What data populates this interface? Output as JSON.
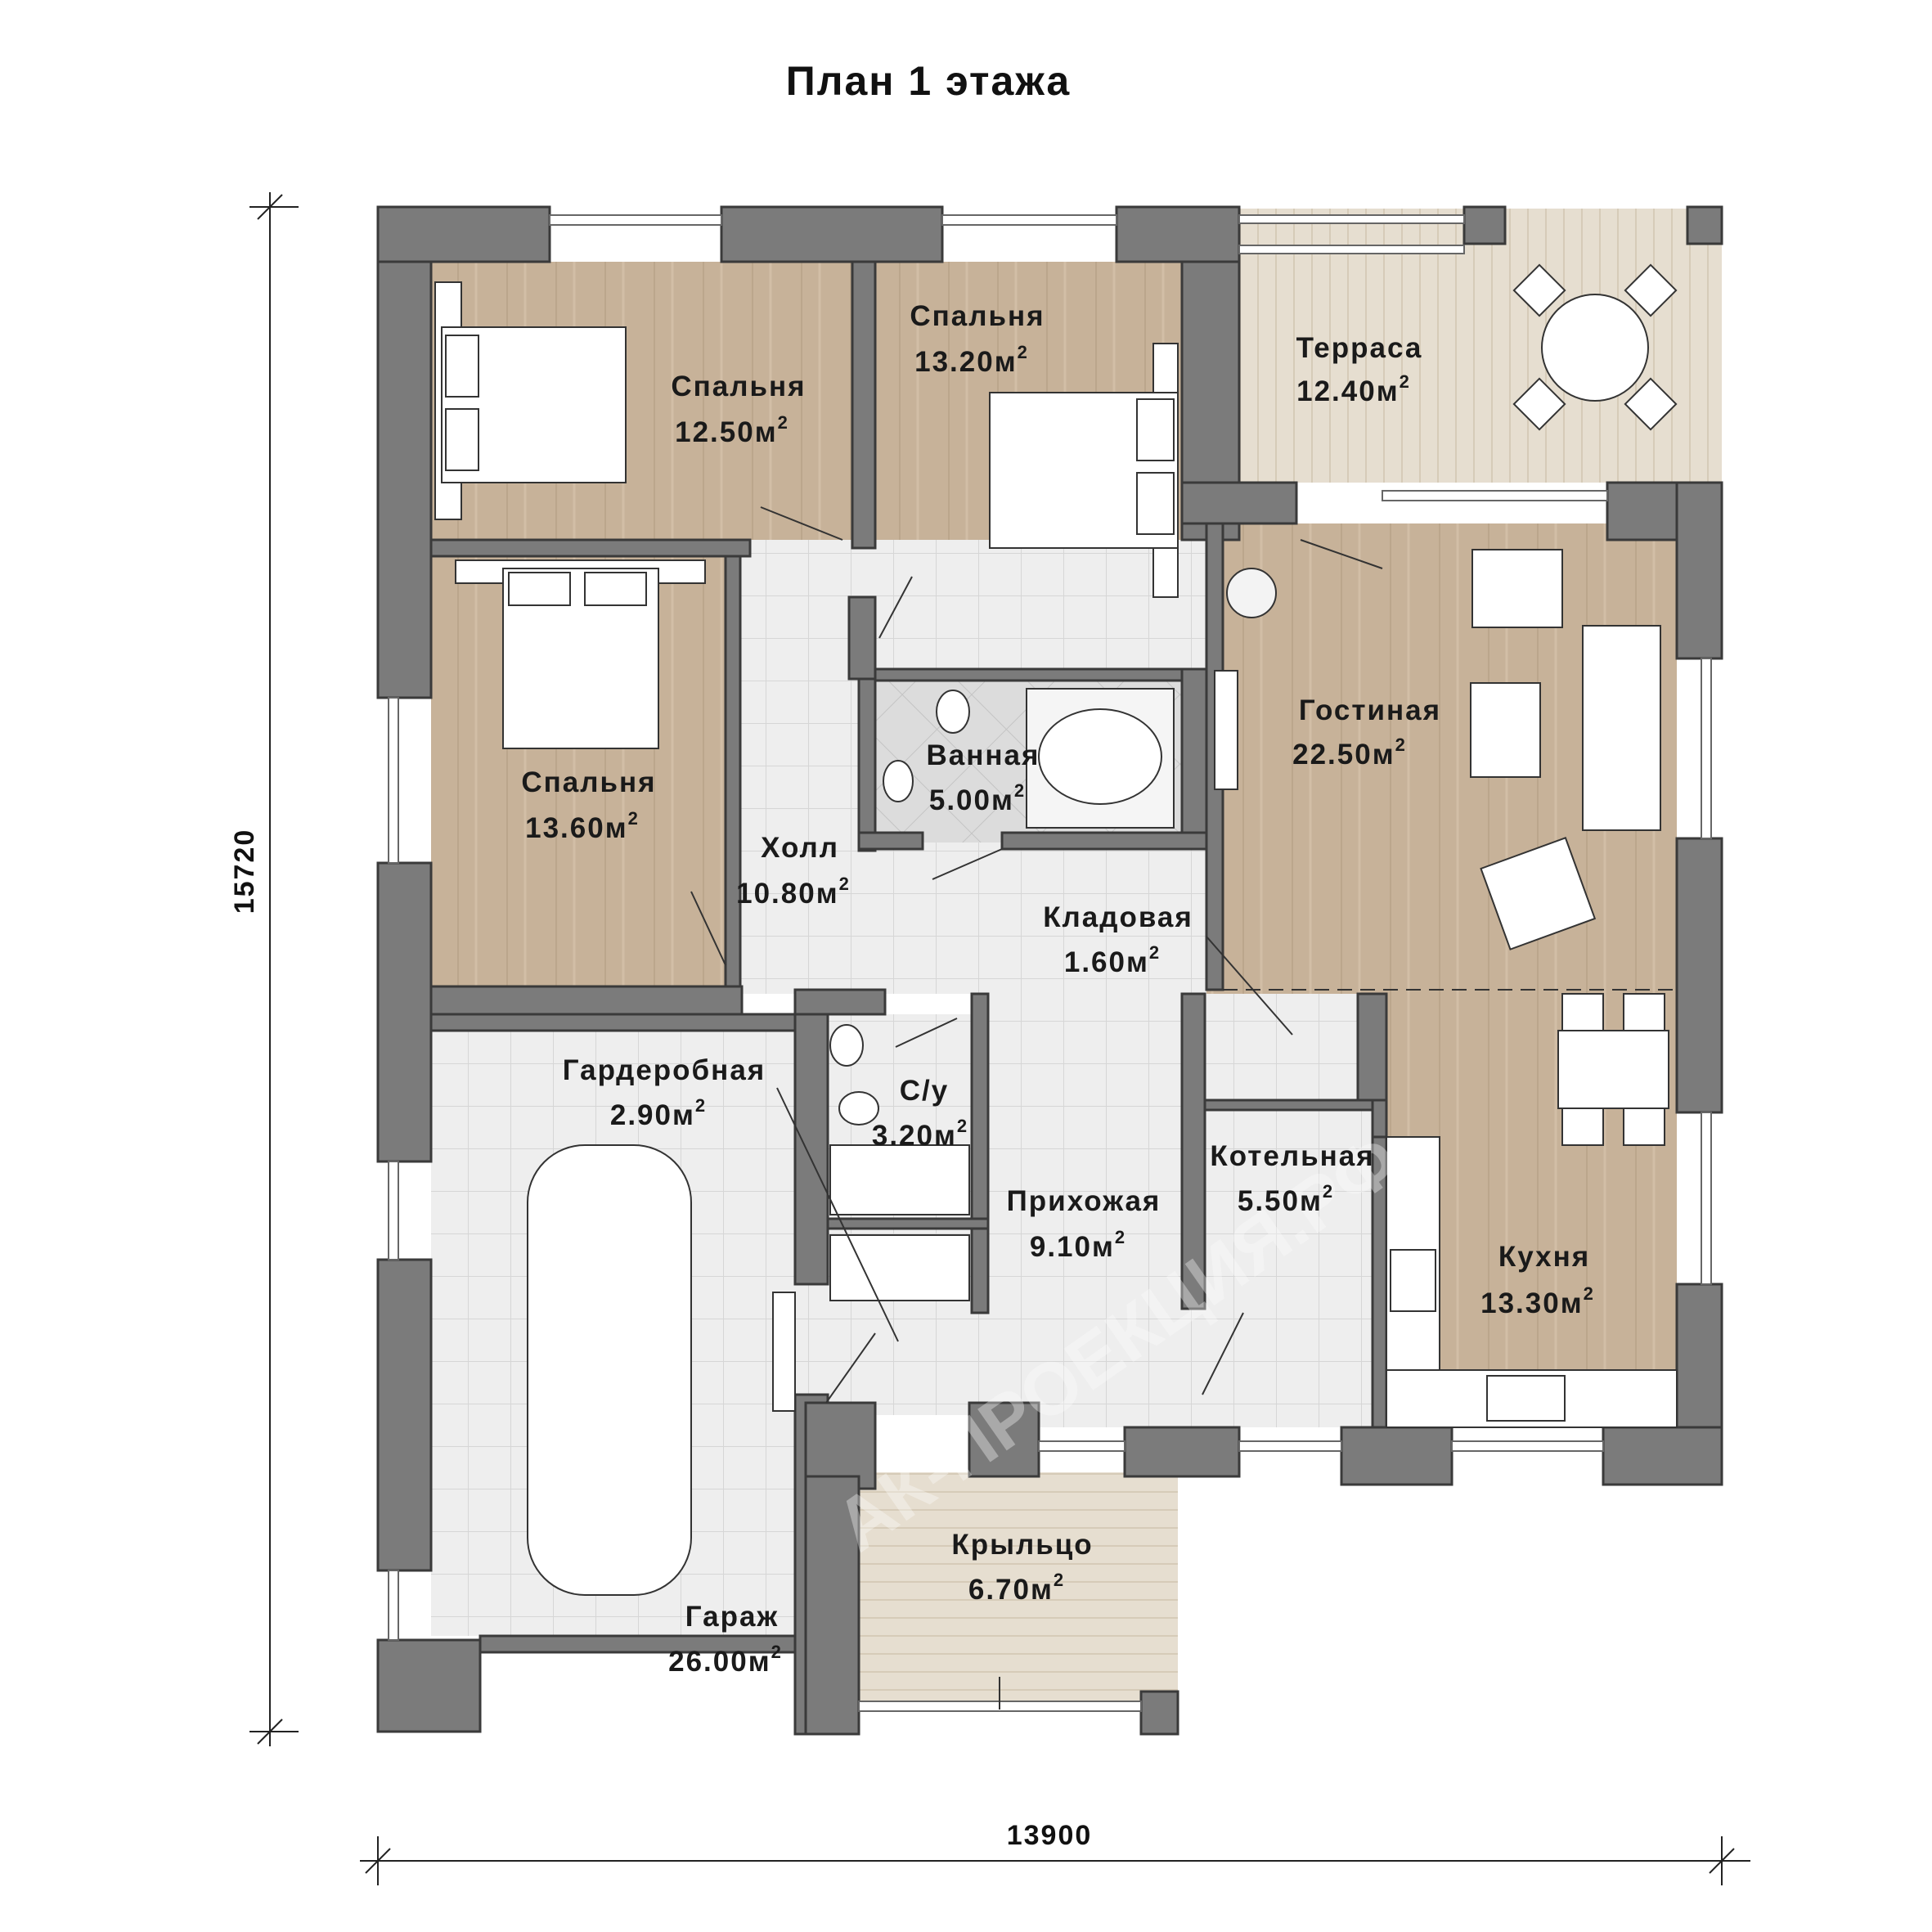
{
  "title": "План 1 этажа",
  "dimensions": {
    "width": "13900",
    "height": "15720"
  },
  "area_unit": "м",
  "area_exponent": "2",
  "watermark": "АК-ПРОЕКЦИЯ.РФ",
  "colors": {
    "wall": "#7a7a7a",
    "wood_floor": "#c9b49a",
    "tile_floor": "#ececec",
    "deck_floor": "#e4dccd",
    "dimension_line": "#222222"
  },
  "rooms": {
    "bedroom1": {
      "name": "Спальня",
      "area": "12.50"
    },
    "bedroom2": {
      "name": "Спальня",
      "area": "13.20"
    },
    "bedroom3": {
      "name": "Спальня",
      "area": "13.60"
    },
    "terrace": {
      "name": "Терраса",
      "area": "12.40"
    },
    "living": {
      "name": "Гостиная",
      "area": "22.50"
    },
    "bath": {
      "name": "Ванная",
      "area": "5.00"
    },
    "hall": {
      "name": "Холл",
      "area": "10.80"
    },
    "storage": {
      "name": "Кладовая",
      "area": "1.60"
    },
    "wardrobe": {
      "name": "Гардеробная",
      "area": "2.90"
    },
    "wc": {
      "name": "С/у",
      "area": "3.20"
    },
    "entry": {
      "name": "Прихожая",
      "area": "9.10"
    },
    "boiler": {
      "name": "Котельная",
      "area": "5.50"
    },
    "kitchen": {
      "name": "Кухня",
      "area": "13.30"
    },
    "porch": {
      "name": "Крыльцо",
      "area": "6.70"
    },
    "garage": {
      "name": "Гараж",
      "area": "26.00"
    }
  }
}
